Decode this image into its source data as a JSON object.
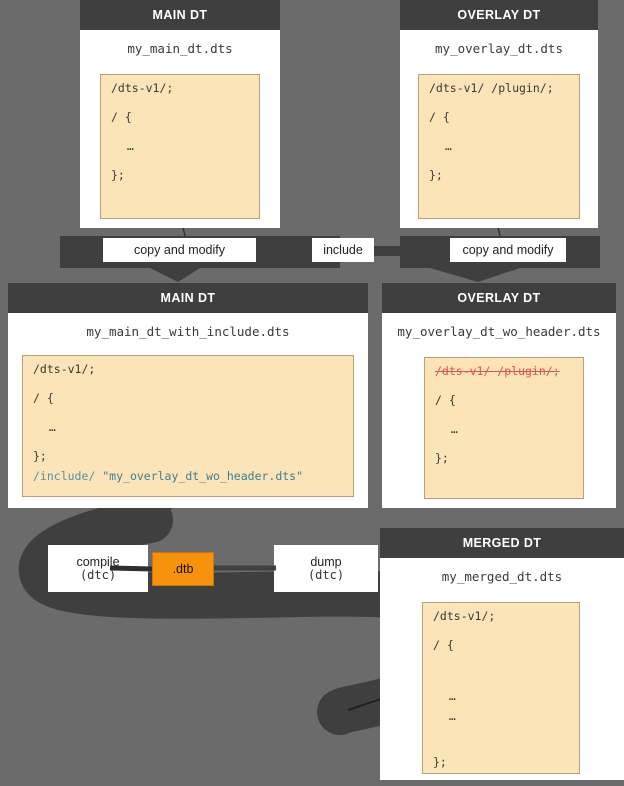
{
  "page": {
    "background_color": "#6b6b6b",
    "header_color": "#3f3f3f",
    "code_bg_color": "#fbe4b7",
    "code_border_color": "#b9a277",
    "accent_orange": "#f7920d",
    "strike_red": "#e2524a",
    "include_teal": "#3d7f96"
  },
  "row1": {
    "main": {
      "title": "MAIN DT",
      "filename": "my_main_dt.dts",
      "code_lines": [
        {
          "text": "/dts-v1/;",
          "style": "normal"
        },
        {
          "text": "/ {",
          "style": "normal"
        },
        {
          "text": "  …",
          "style": "normal"
        },
        {
          "text": "};",
          "style": "normal"
        }
      ]
    },
    "overlay": {
      "title": "OVERLAY DT",
      "filename": "my_overlay_dt.dts",
      "code_lines": [
        {
          "text": "/dts-v1/ /plugin/;",
          "style": "normal"
        },
        {
          "text": "/ {",
          "style": "normal"
        },
        {
          "text": "  …",
          "style": "normal"
        },
        {
          "text": "};",
          "style": "normal"
        }
      ]
    }
  },
  "connectors": {
    "copy_and_modify_left": "copy and modify",
    "include": "include",
    "copy_and_modify_right": "copy and modify"
  },
  "row2": {
    "main": {
      "title": "MAIN DT",
      "filename": "my_main_dt_with_include.dts",
      "code_lines": [
        {
          "text": "/dts-v1/;",
          "style": "normal"
        },
        {
          "text": "/ {",
          "style": "normal"
        },
        {
          "text": "  …",
          "style": "normal"
        },
        {
          "text": "};",
          "style": "normal"
        }
      ],
      "include_directive": "/include/",
      "include_target": "\"my_overlay_dt_wo_header.dts\""
    },
    "overlay": {
      "title": "OVERLAY DT",
      "filename": "my_overlay_dt_wo_header.dts",
      "code_lines": [
        {
          "text": "/dts-v1/ /plugin/;",
          "style": "struck"
        },
        {
          "text": "/ {",
          "style": "normal"
        },
        {
          "text": "  …",
          "style": "normal"
        },
        {
          "text": "};",
          "style": "normal"
        }
      ]
    }
  },
  "toolchain": {
    "compile_label": "compile",
    "compile_tool": "(dtc)",
    "artifact": ".dtb",
    "dump_label": "dump",
    "dump_tool": "(dtc)"
  },
  "row3": {
    "merged": {
      "title": "MERGED DT",
      "filename": "my_merged_dt.dts",
      "code_lines": [
        {
          "text": "/dts-v1/;",
          "style": "normal"
        },
        {
          "text": "/ {",
          "style": "normal"
        },
        {
          "text": "  …",
          "style": "normal"
        },
        {
          "text": "  …",
          "style": "normal"
        },
        {
          "text": "};",
          "style": "normal"
        }
      ]
    }
  }
}
